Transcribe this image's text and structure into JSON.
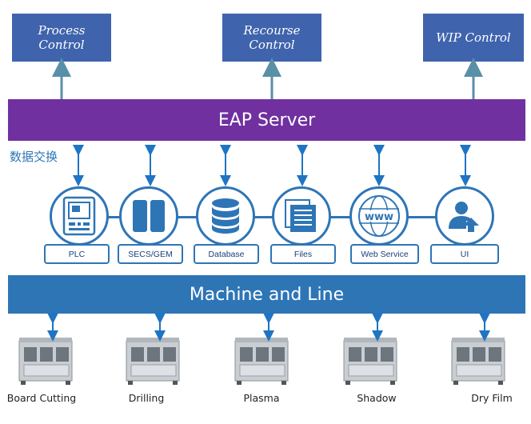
{
  "top_boxes": {
    "process": "Process\nControl",
    "recourse": "Recourse\nControl",
    "wip": "WIP Control"
  },
  "eap_server": "EAP Server",
  "data_exchange_label": "数据交换",
  "services": {
    "plc": "PLC",
    "secs_gem": "SECS/GEM",
    "database": "Database",
    "files": "Files",
    "web_service": "Web Service",
    "ui": "UI"
  },
  "machine_band": "Machine and Line",
  "machines": {
    "board_cutting": "Board Cutting",
    "drilling": "Drilling",
    "plasma": "Plasma",
    "shadow": "Shadow",
    "dry_film": "Dry Film"
  },
  "colors": {
    "top_box": "#3f64ad",
    "eap_band": "#7030a0",
    "machine_band": "#2e75b6",
    "service_blue": "#2e75b6",
    "up_arrow": "#5a8fa8",
    "bi_arrow": "#1f74c4"
  }
}
